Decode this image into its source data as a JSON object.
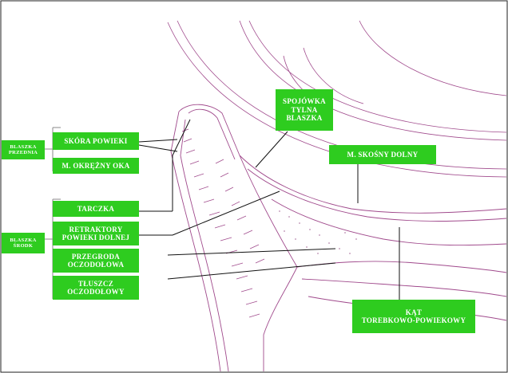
{
  "colors": {
    "label_bg": "#2ecc1f",
    "label_text": "#ffffff",
    "anatomy_stroke": "#a04a8c",
    "leader_line": "#111111",
    "brace": "#8a8a8a"
  },
  "labels": {
    "blaszka_przednia": "BLASZKA\nPRZEDNIA",
    "blaszka_srodk": "BLASZKA\nŚRODK",
    "skora_powieki": "SKÓRA POWIEKI",
    "m_okrezny_oka": "M. OKRĘŻNY OKA",
    "tarczka": "TARCZKA",
    "retraktory": "RETRAKTORY\nPOWIEKI DOLNEJ",
    "przegroda": "PRZEGRODA\nOCZODOŁOWA",
    "tluszcz": "TŁUSZCZ\nOCZODOŁOWY",
    "spojowka": "SPOJÓWKA\nTYLNA\nBLASZKA",
    "m_skosny": "M. SKOŚNY DOLNY",
    "kat": "KĄT\nTOREBKOWO-POWIEKOWY"
  }
}
